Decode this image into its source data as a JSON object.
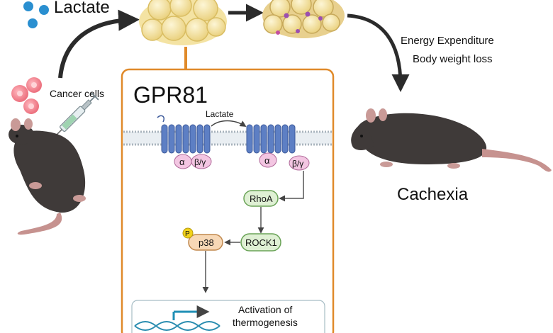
{
  "top": {
    "lactate_label": "Lactate"
  },
  "left": {
    "cancer_cells_label": "Cancer cells"
  },
  "right": {
    "effect_line1": "Energy Expenditure",
    "effect_line2": "Body weight loss",
    "outcome_label": "Cachexia"
  },
  "panel": {
    "title": "GPR81",
    "membrane_ligand_label": "Lactate",
    "subunits": {
      "alpha": "α",
      "beta_gamma": "β/γ"
    },
    "nodes": {
      "rhoa": "RhoA",
      "rock1": "ROCK1",
      "p38": "p38",
      "phospho": "P"
    },
    "result_line1": "Activation of",
    "result_line2": "thermogenesis"
  },
  "colors": {
    "panel_border": "#e08a2a",
    "receptor": "#5d7fc4",
    "receptor_dark": "#3d5a9a",
    "subunit_fill": "#f3c6e2",
    "subunit_stroke": "#b06a9a",
    "node_green_fill": "#dff0d4",
    "node_green_stroke": "#6aa357",
    "node_orange_fill": "#f7d8b6",
    "node_orange_stroke": "#c0884d",
    "phospho_fill": "#f2d21a",
    "dna_blue": "#2a8db0",
    "mouse_body": "#3f3a39",
    "fat_fill": "#f6e5a6",
    "lactate_blue": "#2a8fd0",
    "cancer_pink": "#f28b95"
  }
}
